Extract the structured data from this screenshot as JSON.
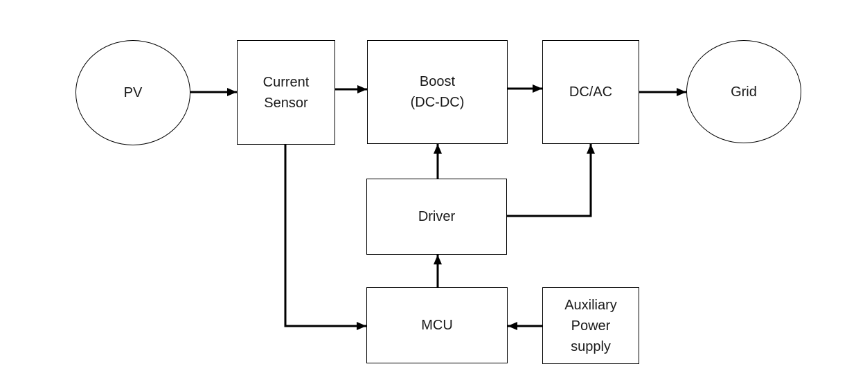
{
  "diagram": {
    "nodes": {
      "pv": {
        "label": "PV",
        "shape": "ellipse"
      },
      "current_sensor": {
        "label": "Current\nSensor",
        "shape": "rect"
      },
      "boost": {
        "label": "Boost\n(DC-DC)",
        "shape": "rect"
      },
      "dc_ac": {
        "label": "DC/AC",
        "shape": "rect"
      },
      "grid": {
        "label": "Grid",
        "shape": "ellipse"
      },
      "driver": {
        "label": "Driver",
        "shape": "rect"
      },
      "mcu": {
        "label": "MCU",
        "shape": "rect"
      },
      "aux_power": {
        "label": "Auxiliary\nPower\nsupply",
        "shape": "rect"
      }
    },
    "edges": [
      {
        "from": "pv",
        "to": "current_sensor"
      },
      {
        "from": "current_sensor",
        "to": "boost"
      },
      {
        "from": "boost",
        "to": "dc_ac"
      },
      {
        "from": "dc_ac",
        "to": "grid"
      },
      {
        "from": "driver",
        "to": "boost"
      },
      {
        "from": "driver",
        "to": "dc_ac"
      },
      {
        "from": "mcu",
        "to": "driver"
      },
      {
        "from": "current_sensor",
        "to": "mcu"
      },
      {
        "from": "aux_power",
        "to": "mcu"
      }
    ],
    "colors": {
      "stroke": "#000000",
      "text": "#1a1a1a",
      "background": "#ffffff"
    }
  }
}
